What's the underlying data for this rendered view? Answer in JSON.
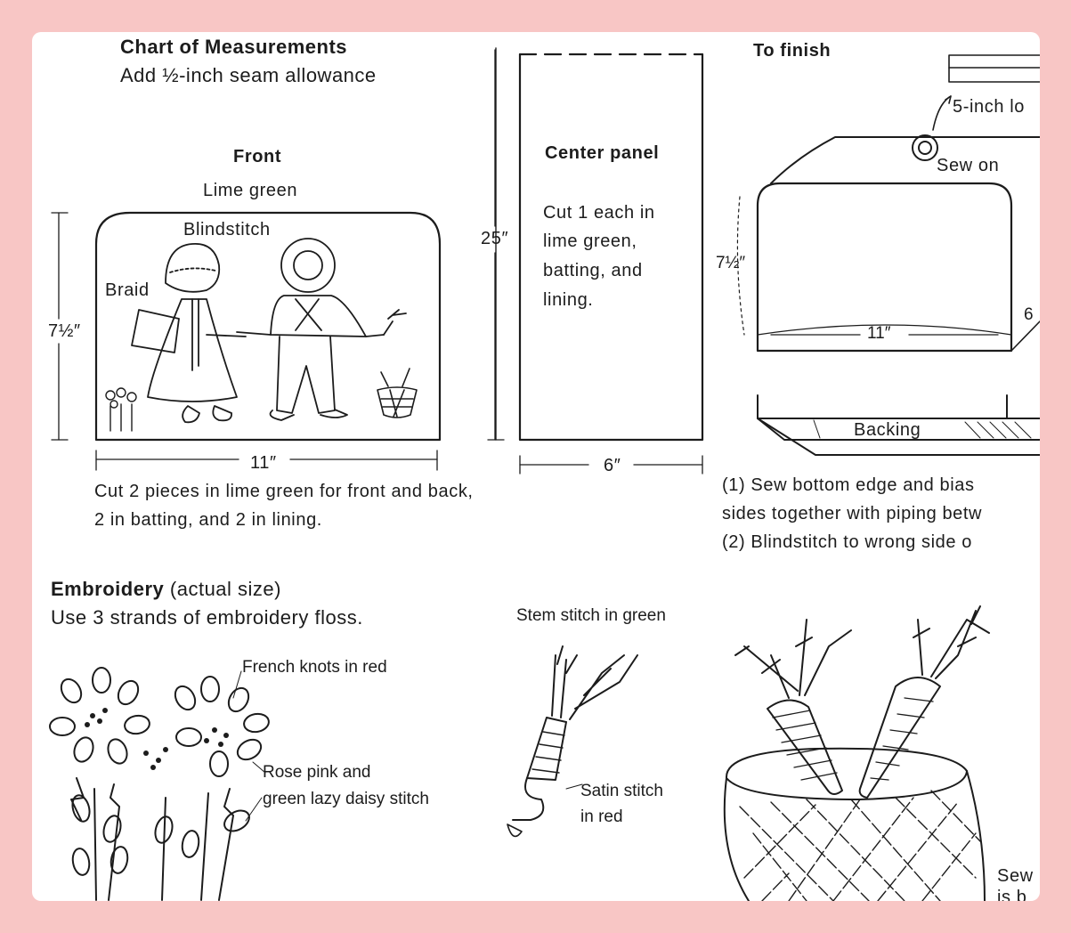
{
  "header": {
    "title": "Chart of Measurements",
    "subtitle": "Add ½-inch seam allowance"
  },
  "front": {
    "title": "Front",
    "color_label": "Lime green",
    "blindstitch_label": "Blindstitch",
    "braid_label": "Braid",
    "height_label": "7½″",
    "width_label": "11″",
    "instructions_line1": "Cut 2 pieces in lime green for front and back,",
    "instructions_line2": "2 in batting, and 2 in lining."
  },
  "center_panel": {
    "title": "Center panel",
    "line1": "Cut 1 each in",
    "line2": "lime green,",
    "line3": "batting, and",
    "line4": "lining.",
    "height_label": "25″",
    "width_label": "6″"
  },
  "finish": {
    "title": "To finish",
    "loop_label": "5-inch lo",
    "sew_on_label": "Sew on",
    "height_label": "7½″",
    "width_label": "11″",
    "side_label": "6",
    "backing_label": "Backing",
    "step1_line1": "(1)  Sew bottom edge and bias",
    "step1_line2": "sides together with piping betw",
    "step2": "(2)  Blindstitch to wrong side o"
  },
  "embroidery": {
    "title": "Embroidery",
    "title_note": "(actual size)",
    "instructions": "Use 3 strands of embroidery floss.",
    "french_knots_label": "French knots in red",
    "lazy_daisy_line1": "Rose pink and",
    "lazy_daisy_line2": "green lazy daisy stitch",
    "stem_stitch_label": "Stem stitch in green",
    "satin_stitch_line1": "Satin stitch",
    "satin_stitch_line2": "in red",
    "sew_note_line1": "Sew",
    "sew_note_line2": "is b"
  },
  "colors": {
    "page_border": "#f8c6c5",
    "paper": "#ffffff",
    "ink": "#1c1c1c"
  }
}
